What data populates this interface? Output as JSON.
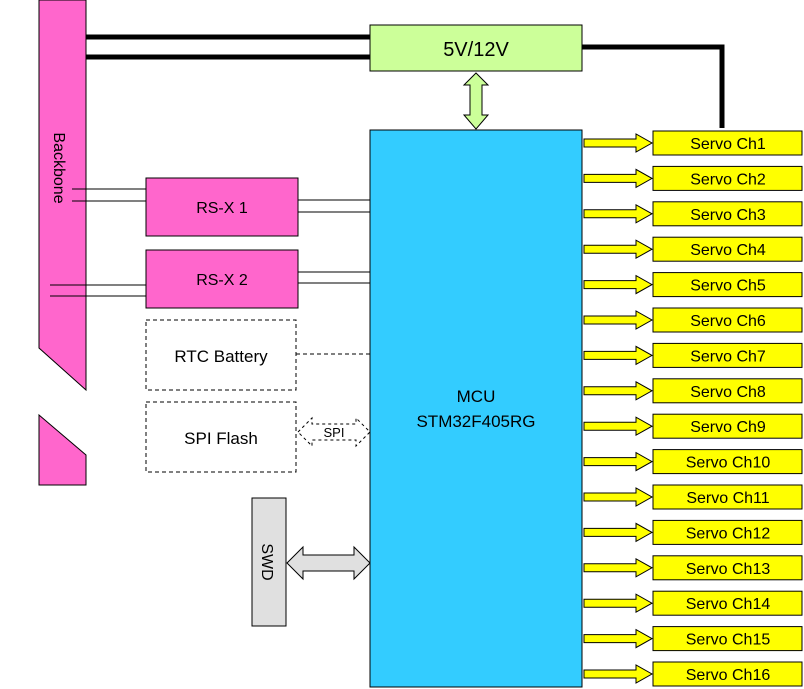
{
  "colors": {
    "backbone": "#ff66cc",
    "power": "#ccff99",
    "mcu": "#33ccff",
    "rsx": "#ff66cc",
    "servo": "#ffff00",
    "swd": "#e0e0e0"
  },
  "backbone": {
    "label": "Backbone"
  },
  "power": {
    "label": "5V/12V"
  },
  "rsx": [
    {
      "label": "RS-X 1"
    },
    {
      "label": "RS-X 2"
    }
  ],
  "rtc": {
    "label": "RTC Battery"
  },
  "flash": {
    "label": "SPI Flash",
    "bus_label": "SPI"
  },
  "swd": {
    "label": "SWD"
  },
  "mcu": {
    "line1": "MCU",
    "line2": "STM32F405RG"
  },
  "servos": [
    "Servo Ch1",
    "Servo Ch2",
    "Servo Ch3",
    "Servo Ch4",
    "Servo Ch5",
    "Servo Ch6",
    "Servo Ch7",
    "Servo Ch8",
    "Servo Ch9",
    "Servo Ch10",
    "Servo Ch11",
    "Servo Ch12",
    "Servo Ch13",
    "Servo Ch14",
    "Servo Ch15",
    "Servo Ch16"
  ]
}
